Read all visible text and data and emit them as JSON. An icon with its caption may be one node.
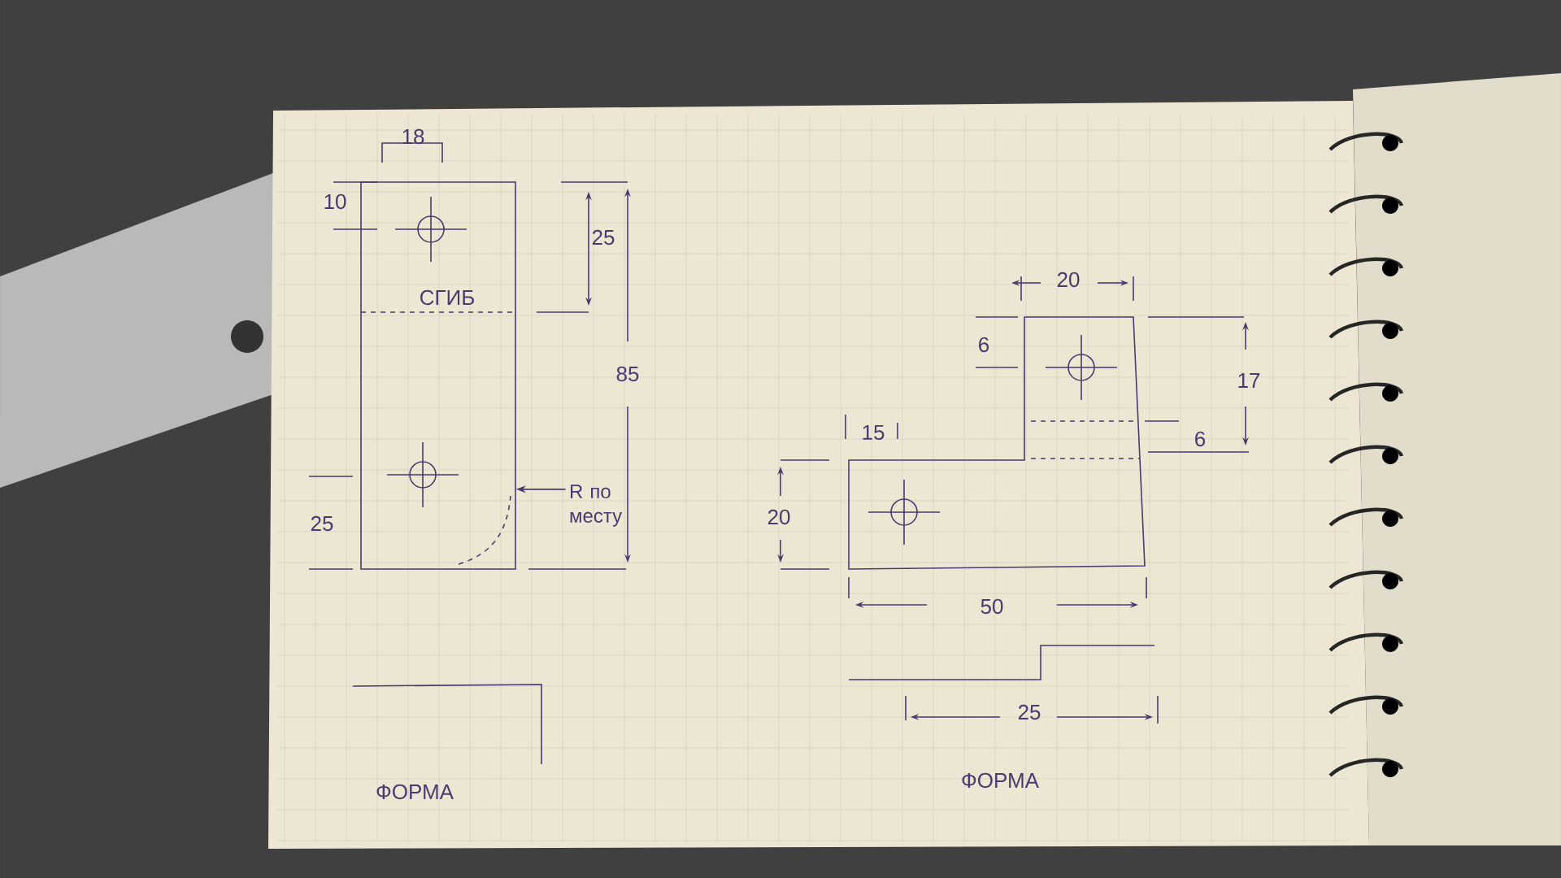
{
  "diagram": {
    "nodes": [
      {
        "text": [],
        "shape": "box"
      },
      {
        "text": [
          "R по месту"
        ]
      }
    ],
    "edges": [
      {
        "from": 1,
        "to": 0,
        "arrow": "to"
      }
    ],
    "labels": [
      "18",
      "10",
      "25",
      "СГИБ",
      "85",
      "25",
      "20",
      "6",
      "17",
      "15",
      "6",
      "20",
      "50",
      "25",
      "ФОРМА",
      "ФОРМА"
    ]
  }
}
